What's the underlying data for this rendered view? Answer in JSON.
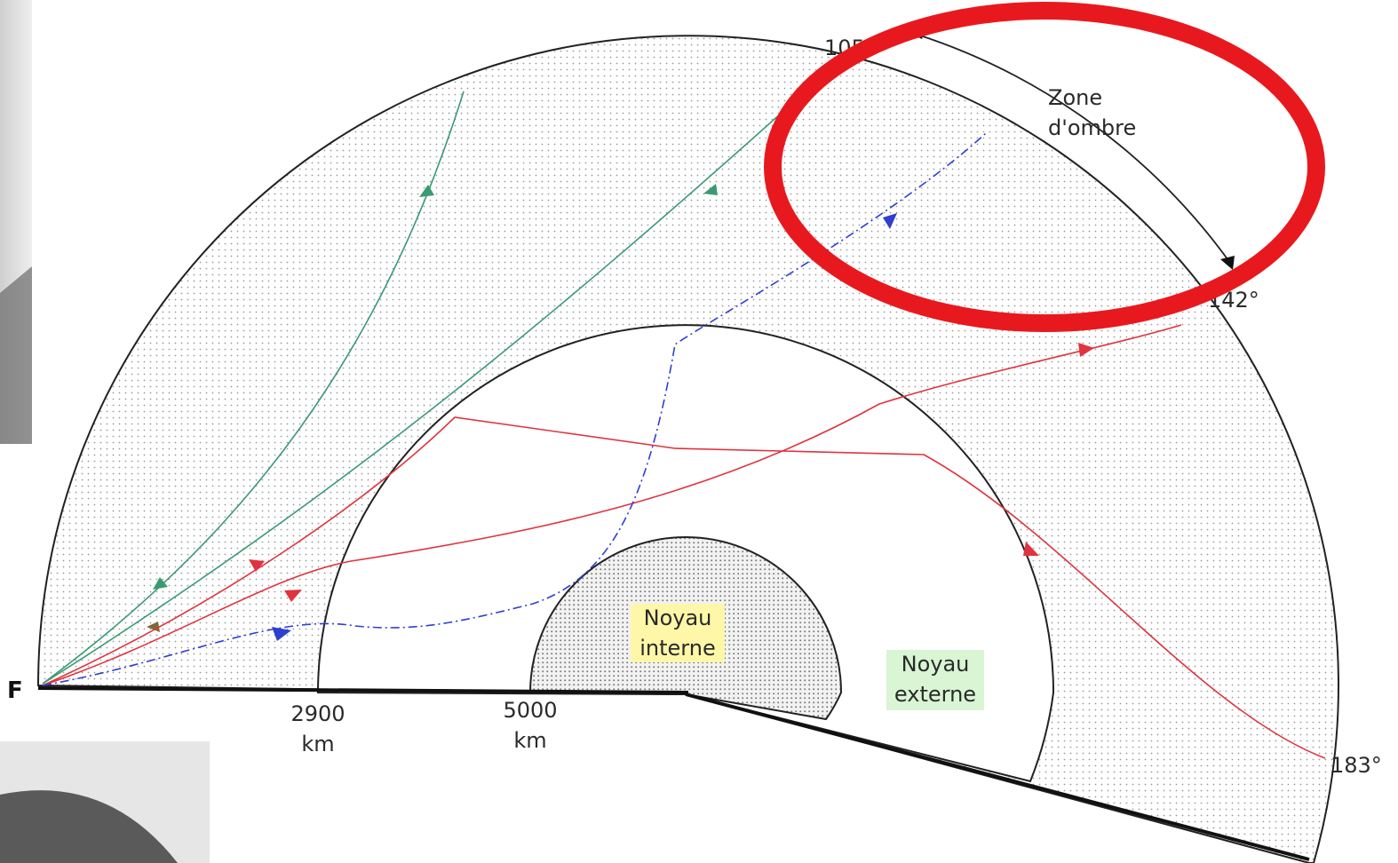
{
  "labels": {
    "focus": "F",
    "angle_105": "105",
    "angle_142": "142°",
    "angle_183": "183°",
    "zone_line1": "Zone",
    "zone_line2": "d'ombre",
    "depth_2900_value": "2900",
    "depth_2900_unit": "km",
    "depth_5000_value": "5000",
    "depth_5000_unit": "km",
    "inner_core_line1": "Noyau",
    "inner_core_line2": "interne",
    "outer_core_line1": "Noyau",
    "outer_core_line2": "externe"
  },
  "colors": {
    "wave_p_green": "#3a9a73",
    "wave_red": "#e0333f",
    "wave_blue": "#2f3fd0",
    "highlight_circle": "#e8191e",
    "inner_core_label_bg": "#fff7a8",
    "outer_core_label_bg": "#d9f5d4"
  }
}
